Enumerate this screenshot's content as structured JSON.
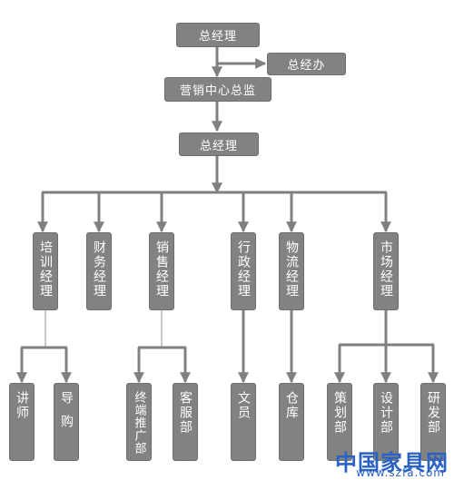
{
  "diagram": {
    "colors": {
      "box_fill": "#828282",
      "box_text": "#ffffff",
      "connector": "#808080",
      "watermark": "#2a62c4"
    },
    "nodes": {
      "general_manager_top": "总经理",
      "general_manager_office": "总经办",
      "marketing_director": "营销中心总监",
      "general_manager_mid": "总经理",
      "training_manager": "培训经理",
      "finance_manager": "财务经理",
      "sales_manager": "销售经理",
      "admin_manager": "行政经理",
      "logistics_manager": "物流经理",
      "marketing_manager": "市场经理",
      "lecturer": "讲师",
      "guide": "导购",
      "terminal_promotion": "终端推广部",
      "customer_service": "客服部",
      "clerk": "文员",
      "warehouse": "仓库",
      "planning_dept": "策划部",
      "design_dept": "设计部",
      "research_dept": "研发部"
    }
  },
  "watermark": {
    "title": "中国家具网",
    "url": "www.szfa.com"
  }
}
